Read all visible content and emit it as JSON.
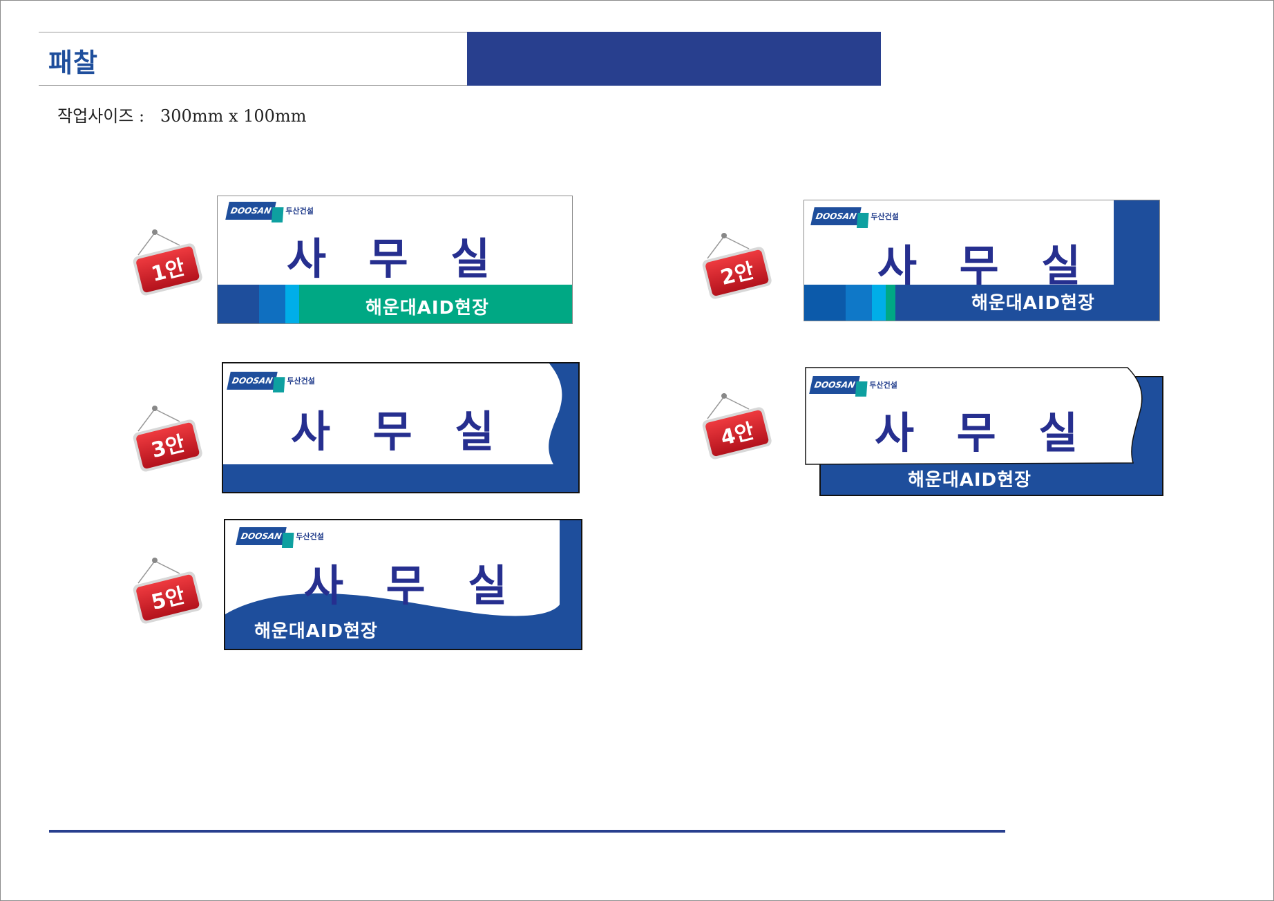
{
  "header": {
    "title": "패찰"
  },
  "work_size": {
    "label": "작업사이즈 :",
    "value": "300mm x 100mm"
  },
  "brand": {
    "logo_text": "DOOSAN",
    "company": "두산건설"
  },
  "colors": {
    "navy": "#283f8e",
    "blue": "#1e4e9c",
    "text_navy": "#262f8f",
    "teal": "#00a884",
    "tag_red": "#d2202a",
    "sky": "#00aee8"
  },
  "signs": [
    {
      "tag": "1안",
      "title": "사 무 실",
      "site": "해운대AID현장"
    },
    {
      "tag": "2안",
      "title": "사 무 실",
      "site": "해운대AID현장"
    },
    {
      "tag": "3안",
      "title": "사 무 실",
      "site": ""
    },
    {
      "tag": "4안",
      "title": "사 무 실",
      "site": "해운대AID현장"
    },
    {
      "tag": "5안",
      "title": "사 무 실",
      "site": "해운대AID현장"
    }
  ]
}
